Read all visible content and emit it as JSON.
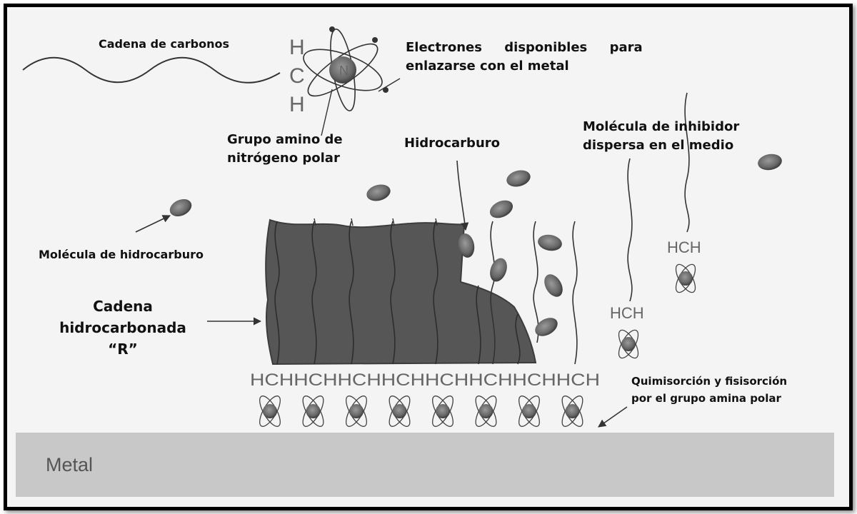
{
  "labels": {
    "carbon_chain": "Cadena de carbonos",
    "electrons": "Electrones     disponibles     para",
    "electrons_line2": "enlazarse con el metal",
    "amino_group": "Grupo amino de",
    "amino_group_line2": "nitrógeno polar",
    "hydrocarbon": "Hidrocarburo",
    "inhibitor_molecule": "Molécula de inhibidor",
    "inhibitor_molecule_line2": "dispersa en el medio",
    "hydrocarbon_molecule": "Molécula de hidrocarburo",
    "chain_r_1": "Cadena",
    "chain_r_2": "hidrocarbonada",
    "chain_r_3": "“R”",
    "adsorption": "Quimisorción y fisisorción",
    "adsorption_line2": "por el grupo amina polar",
    "metal": "Metal"
  },
  "formula": {
    "h_top": "H",
    "c": "C",
    "h_bottom": "H",
    "n": "N",
    "surface_row": "HCHHCHHCHHCHHCHHCHHCHHCH",
    "free_1": "HCH",
    "free_2": "HCH"
  },
  "colors": {
    "frame": "#000000",
    "background": "#f4f4f4",
    "metal": "#c8c8c8",
    "film": "#505050",
    "molecule": "#6a6a6a",
    "text": "#111111"
  }
}
